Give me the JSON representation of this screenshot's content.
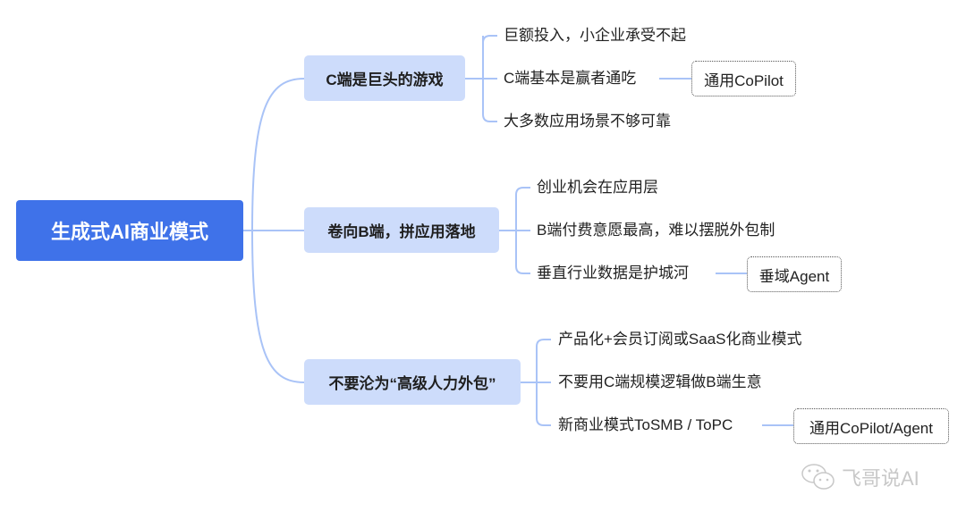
{
  "root": {
    "label": "生成式AI商业模式"
  },
  "branches": [
    {
      "label": "C端是巨头的游戏",
      "leaves": [
        "巨额投入，小企业承受不起",
        "C端基本是赢者通吃",
        "大多数应用场景不够可靠"
      ],
      "tag": "通用CoPilot"
    },
    {
      "label": "卷向B端，拼应用落地",
      "leaves": [
        "创业机会在应用层",
        "B端付费意愿最高，难以摆脱外包制",
        "垂直行业数据是护城河"
      ],
      "tag": "垂域Agent"
    },
    {
      "label": "不要沦为“高级人力外包”",
      "leaves": [
        "产品化+会员订阅或SaaS化商业模式",
        "不要用C端规模逻辑做B端生意",
        "新商业模式ToSMB / ToPC"
      ],
      "tag": "通用CoPilot/Agent"
    }
  ],
  "watermark": {
    "label": "飞哥说AI",
    "icon": "wechat-icon"
  },
  "colors": {
    "root": "#3f72e9",
    "branch": "#cddcfb",
    "line": "#a9c3f7"
  }
}
